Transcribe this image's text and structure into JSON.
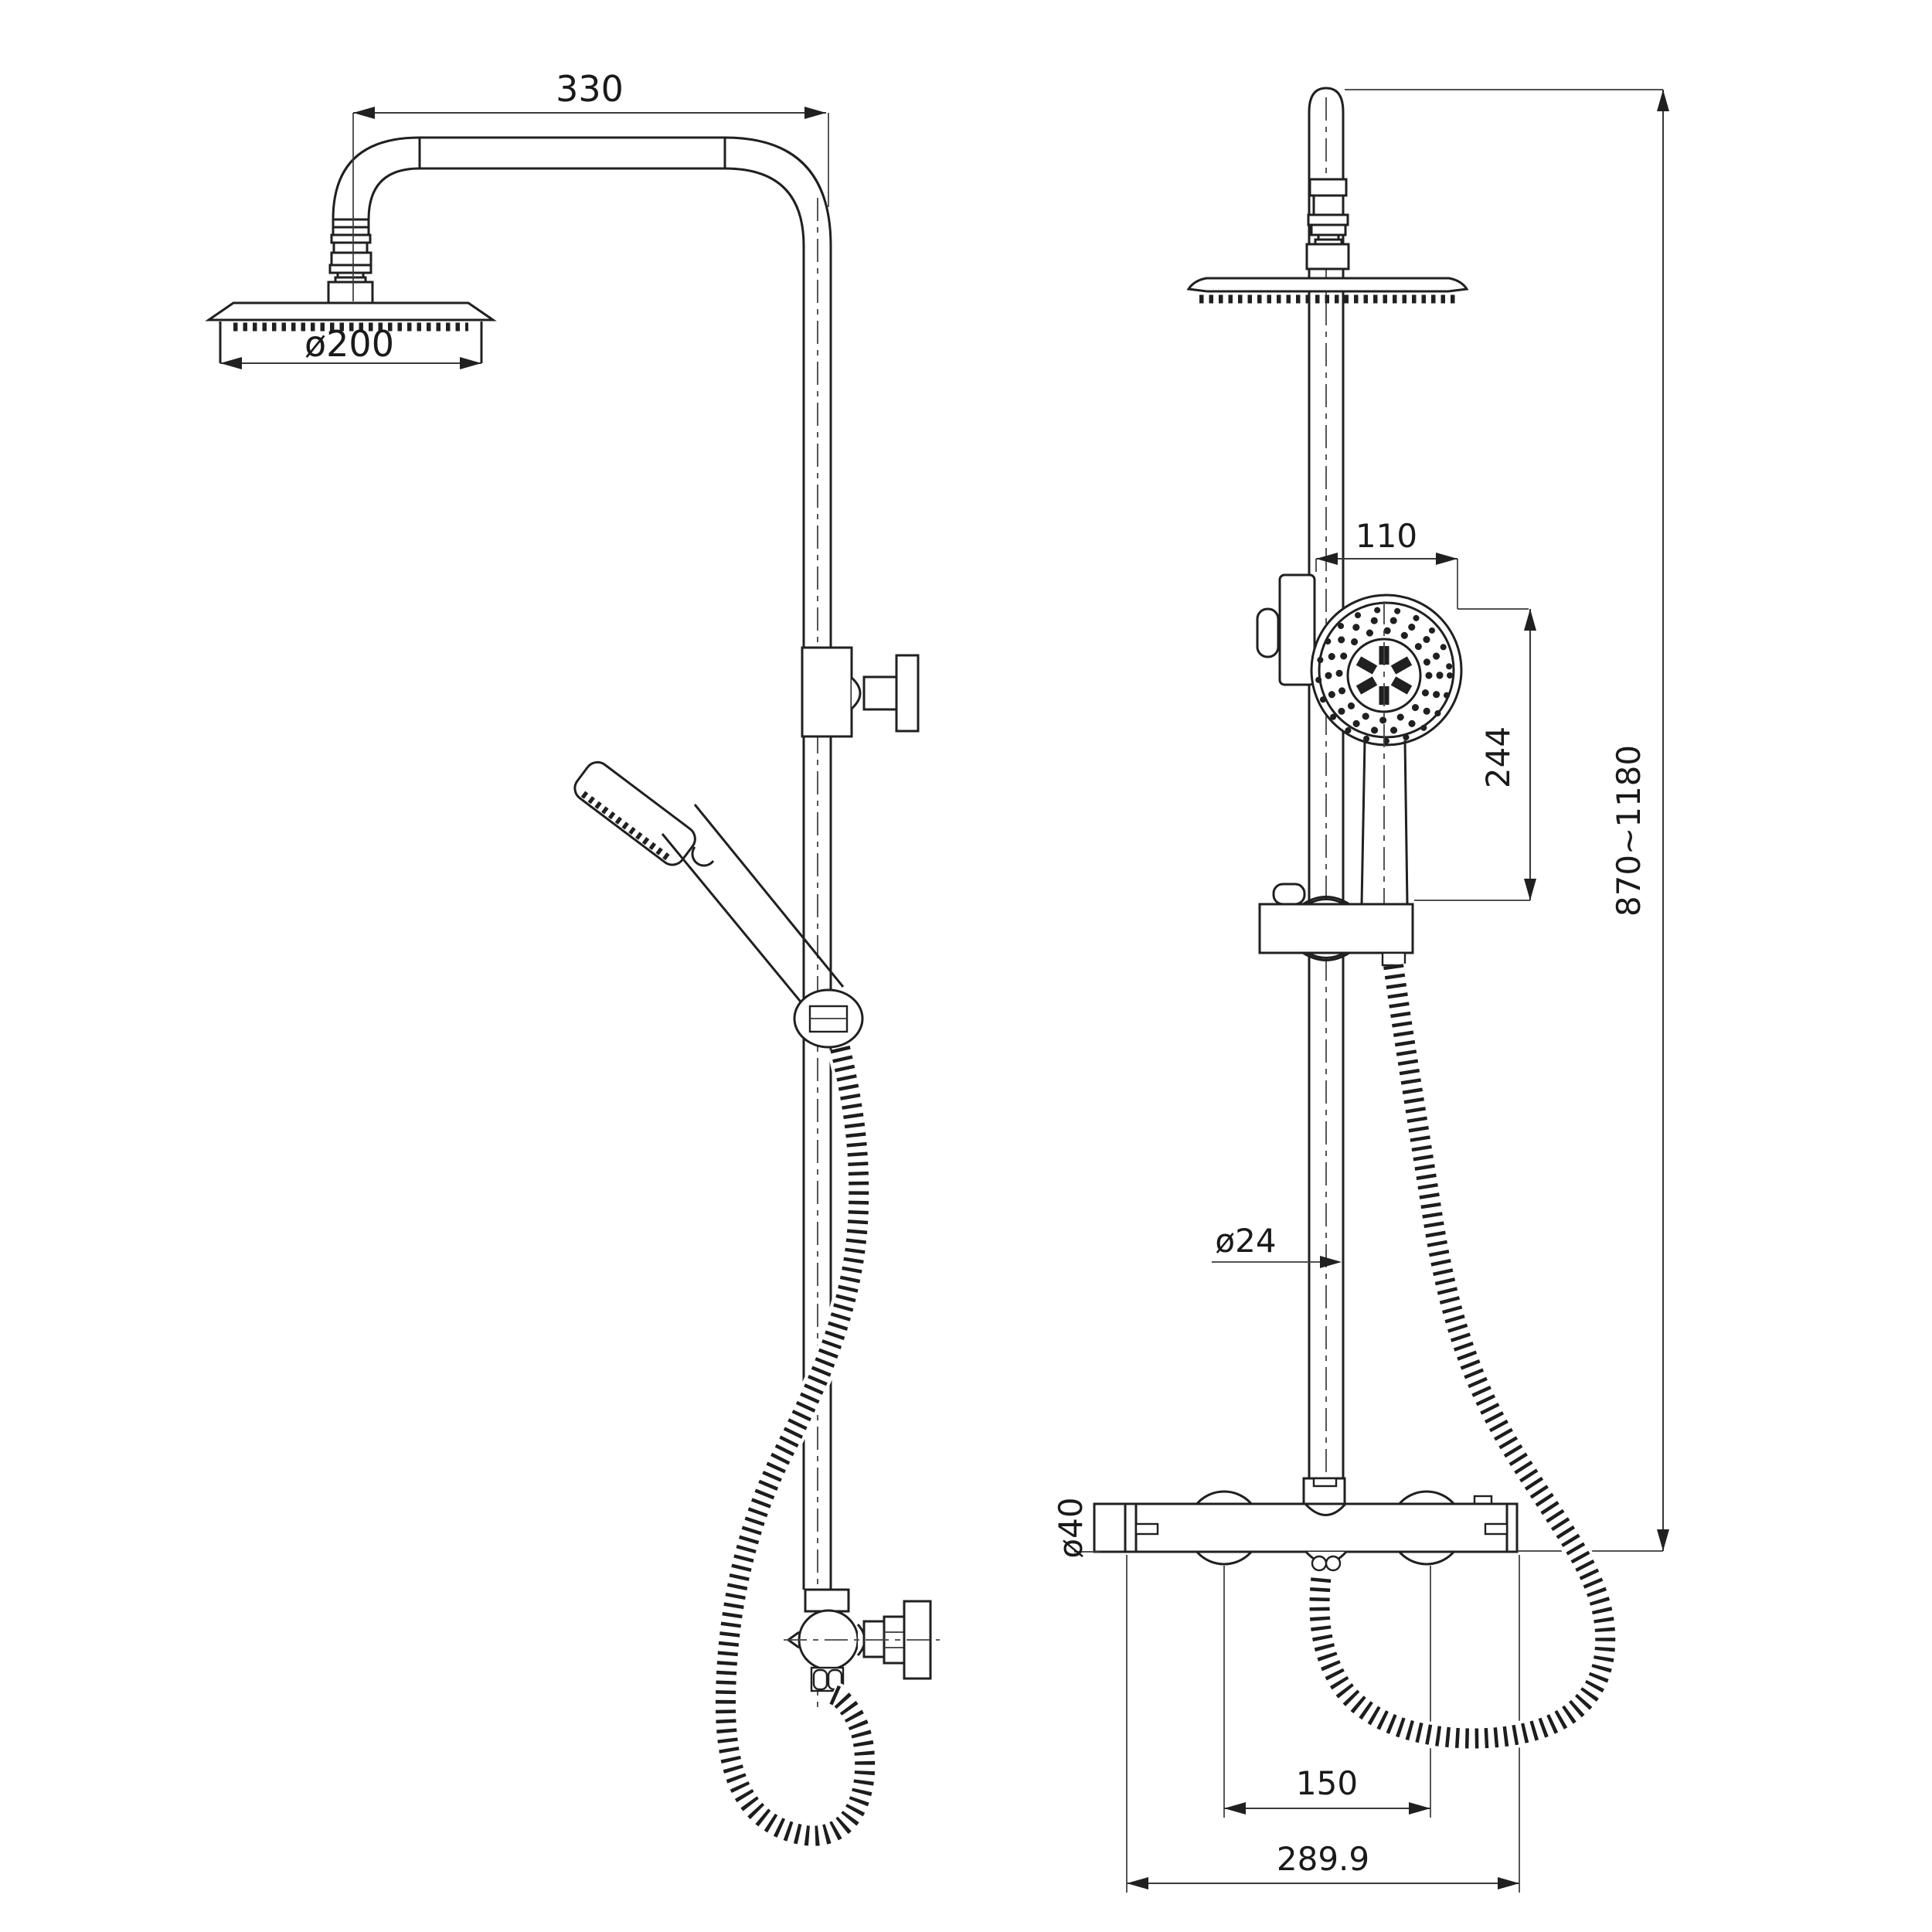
{
  "drawing": {
    "type": "technical-drawing",
    "subject": "thermostatic shower column with overhead rain shower, hand shower and flexible hose",
    "views": {
      "left": "side elevation",
      "right": "front elevation"
    },
    "colors": {
      "line": "#202020",
      "dimension": "#3a3a3a",
      "background": "#ffffff"
    },
    "dimensions": {
      "arm_reach": "330",
      "head_diameter": "ø200",
      "handshower_offset": "110",
      "handshower_drop": "244",
      "riser_height": "870~1180",
      "riser_diameter": "ø24",
      "valve_diameter": "ø40",
      "inlet_spacing": "150",
      "overall_width": "289.9"
    }
  }
}
